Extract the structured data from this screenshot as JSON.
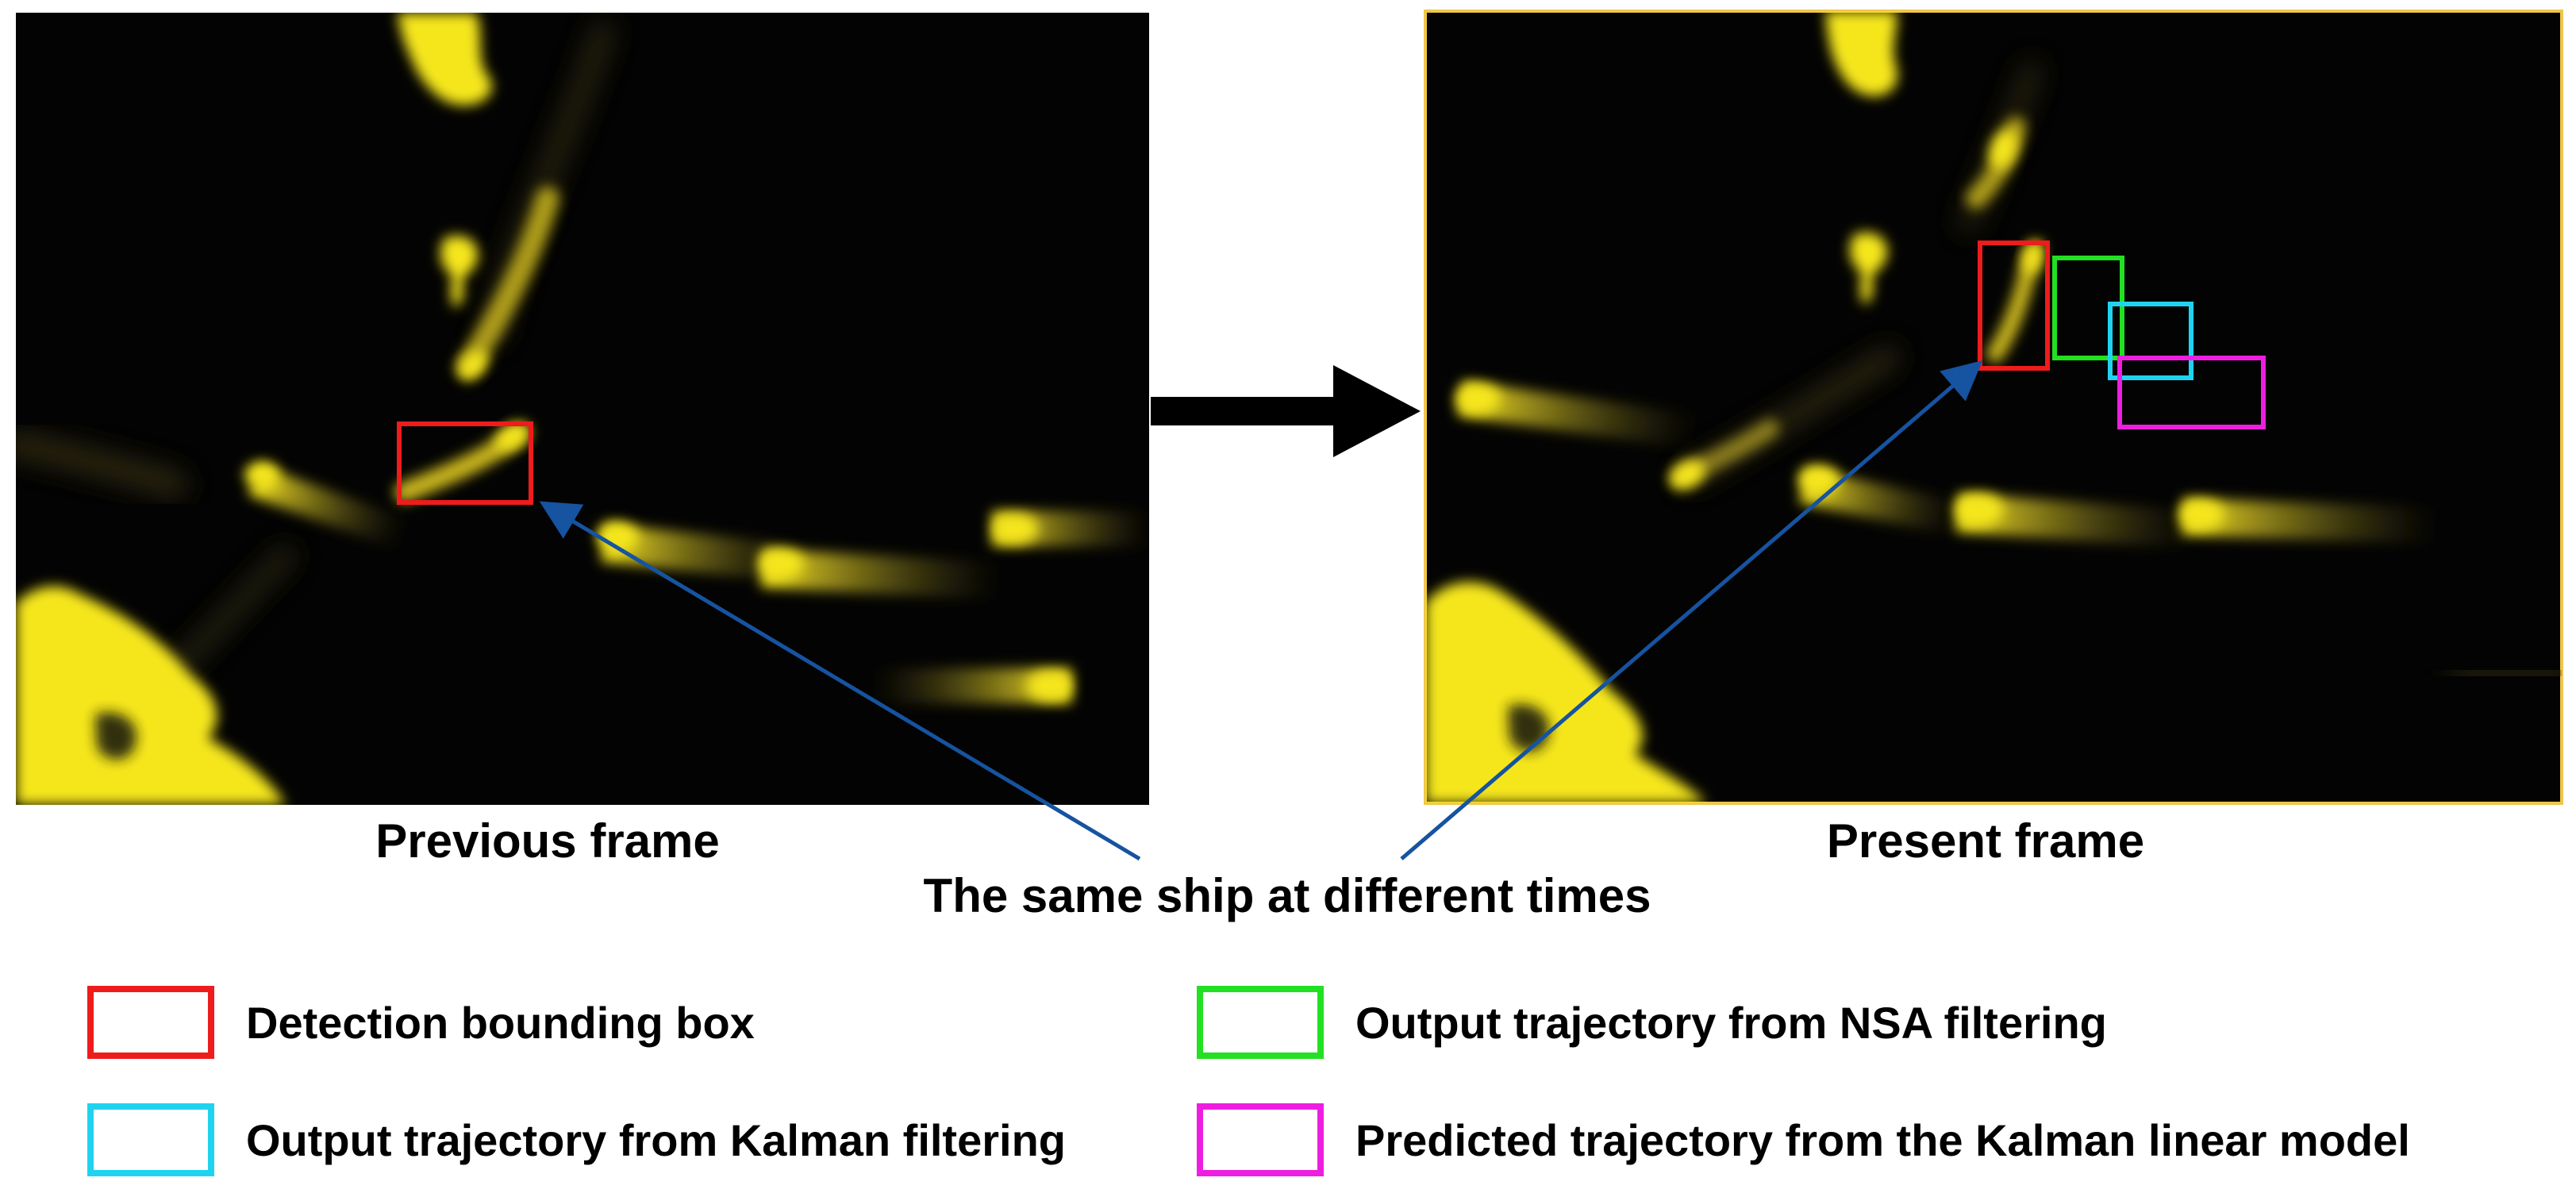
{
  "frames": {
    "previous": {
      "label": "Previous frame"
    },
    "present": {
      "label": "Present frame"
    }
  },
  "caption": "The same ship at different times",
  "legend": [
    {
      "label": "Detection bounding box",
      "color": "#ee1c1c",
      "icon": "red-box-icon"
    },
    {
      "label": "Output trajectory from NSA filtering",
      "color": "#22e022",
      "icon": "green-box-icon"
    },
    {
      "label": "Output trajectory from Kalman filtering",
      "color": "#1fd3f0",
      "icon": "cyan-box-icon"
    },
    {
      "label": "Predicted trajectory from the Kalman linear model",
      "color": "#ee1ee0",
      "icon": "magenta-box-icon"
    }
  ],
  "colors": {
    "frame_background": "#030303",
    "ship_glow": "#f5e61e",
    "pointer_arrow": "#1653a0",
    "transition_arrow": "#000000",
    "present_frame_border": "#f0c64a"
  }
}
